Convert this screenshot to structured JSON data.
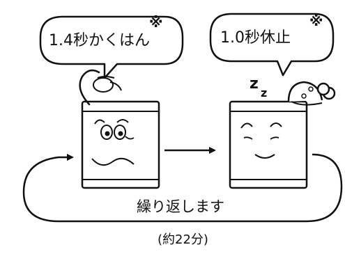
{
  "left_bubble": {
    "text": "1.4秒かくはん",
    "mark": "※"
  },
  "right_bubble": {
    "text": "1.0秒休止",
    "mark": "※"
  },
  "sleep_letters": [
    "z",
    "z"
  ],
  "cycle": {
    "label": "繰り返します",
    "duration": "(約22分)"
  },
  "colors": {
    "ink": "#111111",
    "paper": "#ffffff"
  }
}
